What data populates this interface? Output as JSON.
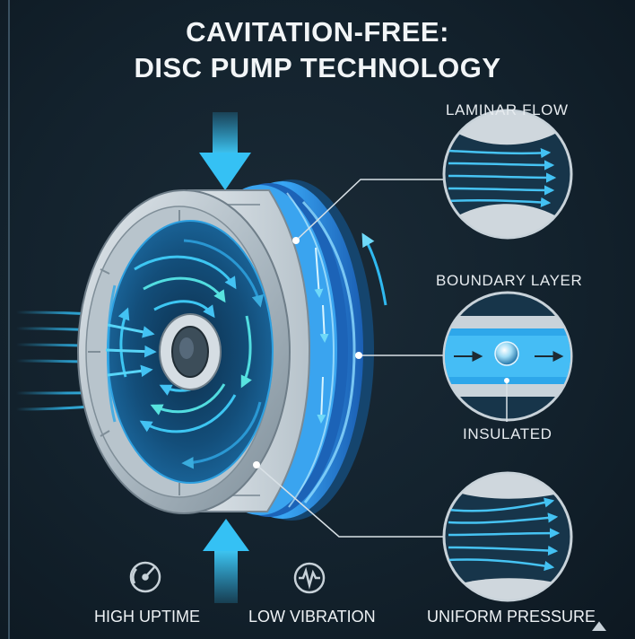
{
  "title": {
    "line1": "CAVITATION-FREE:",
    "line2": "DISC PUMP TECHNOLOGY"
  },
  "callouts": {
    "laminar_flow": "LAMINAR FLOW",
    "boundary_layer": "BOUNDARY LAYER",
    "insulated": "INSULATED"
  },
  "features": [
    {
      "label": "HIGH UPTIME",
      "icon": "gauge-icon"
    },
    {
      "label": "LOW VIBRATION",
      "icon": "waveform-icon"
    },
    {
      "label": "UNIFORM PRESSURE",
      "icon": "pressure-icon"
    }
  ],
  "colors": {
    "background": "#13222d",
    "flow_blue": "#2fb9f0",
    "flow_cyan": "#4fe0e8",
    "metal": "#c9d3da",
    "callout_line": "#d9e1e6"
  }
}
